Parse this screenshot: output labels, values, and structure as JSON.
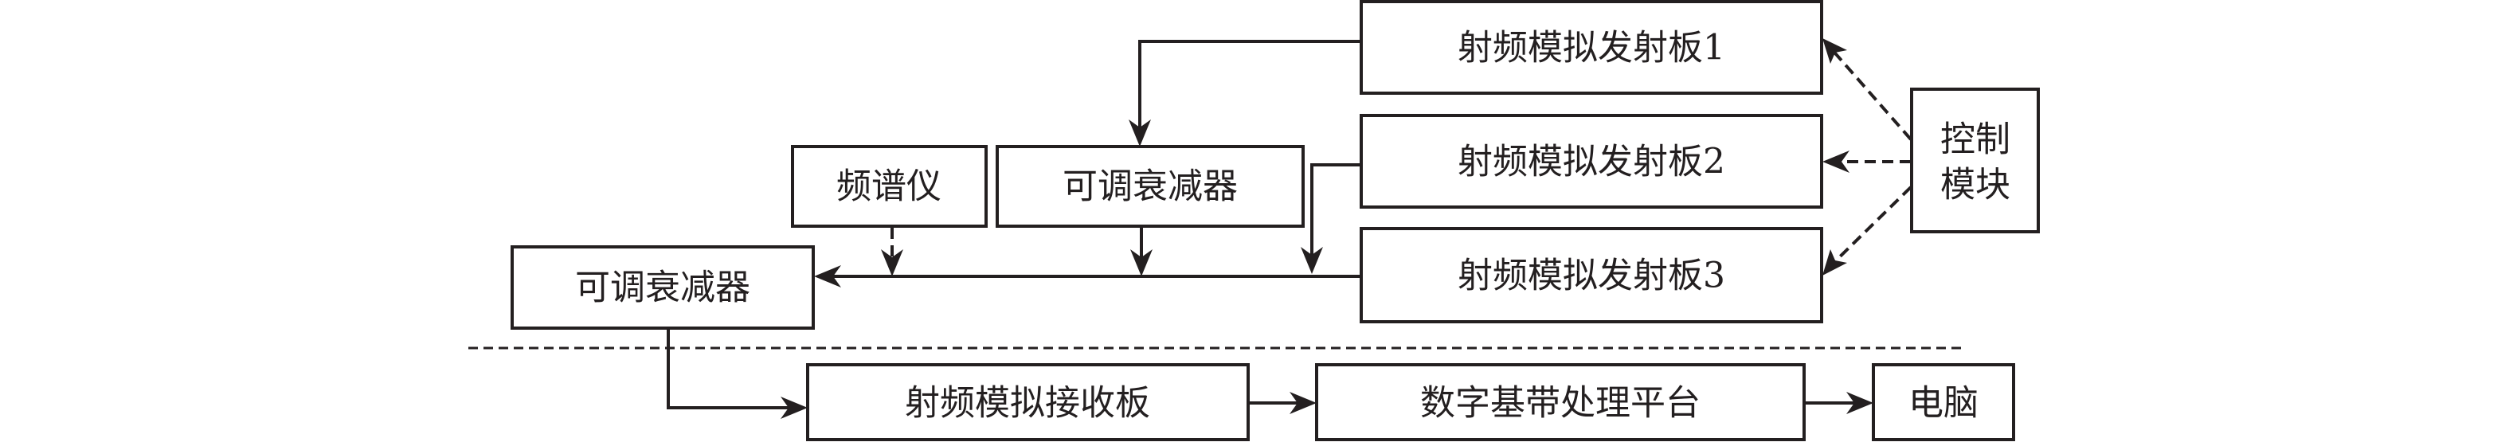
{
  "diagram": {
    "title": "",
    "colors": {
      "line": "#231f20",
      "background": "#ffffff",
      "box_fill": "#ffffff"
    },
    "nodes": {
      "tx1": {
        "label": "射频模拟发射板1"
      },
      "tx2": {
        "label": "射频模拟发射板2"
      },
      "tx3": {
        "label": "射频模拟发射板3"
      },
      "control": {
        "label_line1": "控制",
        "label_line2": "模块"
      },
      "spectrum": {
        "label": "频谱仪"
      },
      "att_upper": {
        "label": "可调衰减器"
      },
      "att_left": {
        "label": "可调衰减器"
      },
      "rx": {
        "label": "射频模拟接收板"
      },
      "baseband": {
        "label": "数字基带处理平台"
      },
      "pc": {
        "label": "电脑"
      }
    },
    "edges": [
      {
        "from": "control",
        "to": "tx1",
        "style": "dashed"
      },
      {
        "from": "control",
        "to": "tx2",
        "style": "dashed"
      },
      {
        "from": "control",
        "to": "tx3",
        "style": "dashed"
      },
      {
        "from": "tx1",
        "to": "att_upper",
        "style": "solid"
      },
      {
        "from": "att_upper",
        "to": "combined-line",
        "style": "solid"
      },
      {
        "from": "tx2",
        "to": "combined-line",
        "style": "solid"
      },
      {
        "from": "tx3",
        "to": "att_left",
        "style": "solid"
      },
      {
        "from": "spectrum",
        "to": "combined-line",
        "style": "dashed"
      },
      {
        "from": "att_left",
        "to": "rx",
        "style": "solid"
      },
      {
        "from": "rx",
        "to": "baseband",
        "style": "solid"
      },
      {
        "from": "baseband",
        "to": "pc",
        "style": "solid"
      }
    ],
    "separator": {
      "style": "dashed"
    }
  }
}
